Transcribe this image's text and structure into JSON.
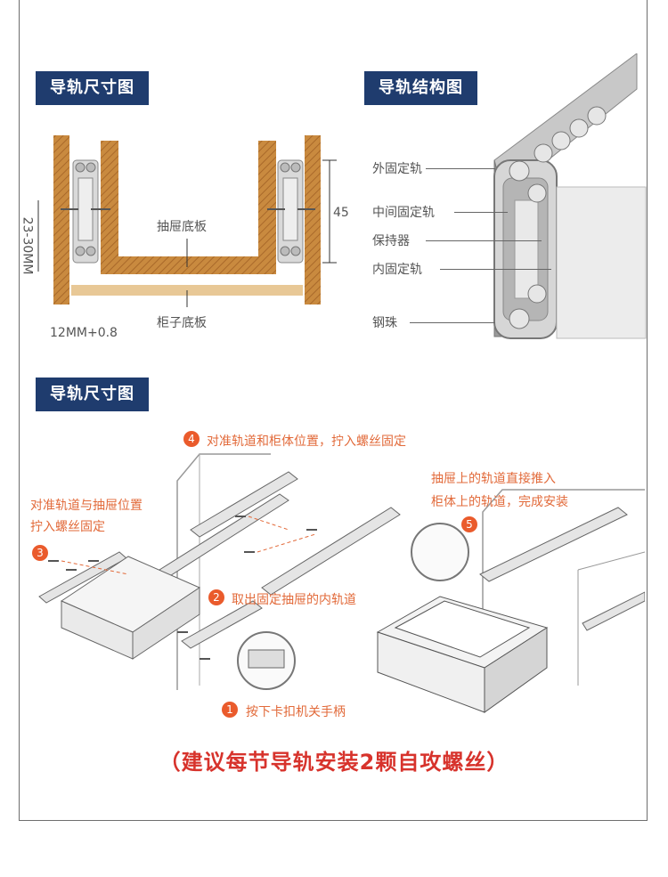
{
  "sections": {
    "dimension_title": "导轨尺寸图",
    "structure_title": "导轨结构图",
    "install_title": "导轨尺寸图"
  },
  "dimension_diagram": {
    "drawer_bottom_label": "抽屉底板",
    "cabinet_bottom_label": "柜子底板",
    "height_range": "23-30MM",
    "height": "45",
    "gap": "12MM+0.8"
  },
  "structure_diagram": {
    "parts": [
      "外固定轨",
      "中间固定轨",
      "保持器",
      "内固定轨",
      "钢珠"
    ]
  },
  "install_steps": {
    "step1": {
      "num": "1",
      "text": "按下卡扣机关手柄"
    },
    "step2": {
      "num": "2",
      "text": "取出固定抽屉的内轨道"
    },
    "step3": {
      "num": "3",
      "text": "对准轨道与抽屉位置\n拧入螺丝固定"
    },
    "step4": {
      "num": "4",
      "text": "对准轨道和柜体位置，拧入螺丝固定"
    },
    "step5": {
      "num": "5",
      "text": "抽屉上的轨道直接推入\n柜体上的轨道，完成安装"
    }
  },
  "recommendation": "（建议每节导轨安装2颗自攻螺丝）",
  "colors": {
    "tag_bg": "#1f3c6e",
    "accent": "#ea5b2c",
    "recommendation": "#d7332c",
    "wood": "#c98a3f"
  }
}
